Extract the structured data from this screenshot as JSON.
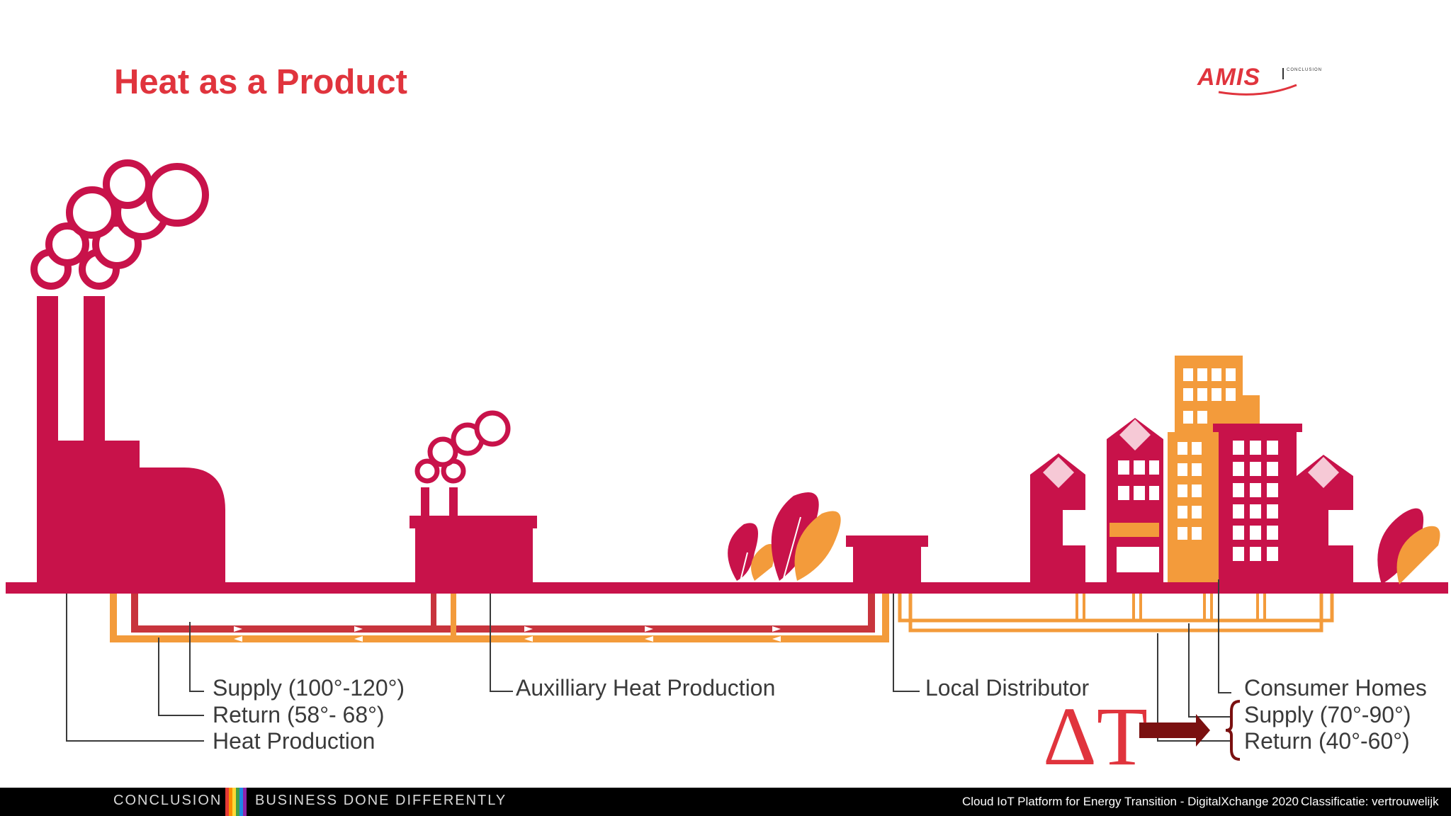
{
  "slide": {
    "title": "Heat as a Product",
    "logo": {
      "name": "AMIS",
      "subtext": "CONCLUSION"
    }
  },
  "diagram": {
    "labels": {
      "supply_primary": "Supply (100°-120°)",
      "return_primary": "Return (58°- 68°)",
      "heat_production": "Heat Production",
      "auxiliary": "Auxilliary Heat Production",
      "local_distributor": "Local Distributor",
      "consumer_homes": "Consumer Homes",
      "supply_secondary": "Supply (70°-90°)",
      "return_secondary": "Return (40°-60°)"
    },
    "delta_symbol": "ΔT",
    "colors": {
      "primary": "#c8124a",
      "secondary": "#f39b3b",
      "supply_pipe": "#c8343d",
      "arrow": "#7a1010"
    }
  },
  "footer": {
    "left_brand": "CONCLUSION",
    "tagline": "BUSINESS DONE DIFFERENTLY",
    "right_text": "Cloud IoT Platform for Energy Transition - DigitalXchange 2020",
    "classification": "Classificatie: vertrouwelijk",
    "stripe_colors": [
      "#e53935",
      "#fb8c00",
      "#fdd835",
      "#43a047",
      "#1e88e5",
      "#8e24aa"
    ]
  }
}
